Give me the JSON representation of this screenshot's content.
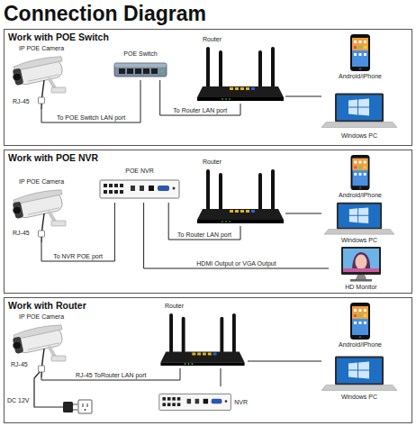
{
  "diagram": {
    "title": "Connection Diagram",
    "nodes": [
      {
        "text": [
          "Work with POE Switch"
        ]
      },
      {
        "text": [
          "IP POE Camera"
        ],
        "in": 0
      },
      {
        "text": [
          "POE Switch"
        ],
        "in": 0
      },
      {
        "text": [
          "Router"
        ],
        "in": 0
      },
      {
        "text": [
          "Android/iPhone"
        ],
        "in": 0
      },
      {
        "text": [
          "Windows PC"
        ],
        "in": 0
      },
      {
        "text": [
          "Work with POE NVR"
        ]
      },
      {
        "text": [
          "IP POE Camera"
        ],
        "in": 6
      },
      {
        "text": [
          "POE NVR"
        ],
        "in": 6
      },
      {
        "text": [
          "Router"
        ],
        "in": 6
      },
      {
        "text": [
          "Android/iPhone"
        ],
        "in": 6
      },
      {
        "text": [
          "Windows PC"
        ],
        "in": 6
      },
      {
        "text": [
          "HD Monitor"
        ],
        "in": 6
      },
      {
        "text": [
          "Work with Router"
        ]
      },
      {
        "text": [
          "IP POE Camera"
        ],
        "in": 13
      },
      {
        "text": [
          "Router"
        ],
        "in": 13
      },
      {
        "text": [
          "Android/iPhone"
        ],
        "in": 13
      },
      {
        "text": [
          "Windows PC"
        ],
        "in": 13
      },
      {
        "text": [
          "NVR"
        ],
        "in": 13
      }
    ],
    "edges": [
      {
        "from": 1,
        "to": 2,
        "label": "To POE Switch LAN port",
        "arrow": "none"
      },
      {
        "from": 2,
        "to": 3,
        "label": "To Router LAN port",
        "arrow": "none"
      },
      {
        "from": 3,
        "to": 5,
        "arrow": "none"
      },
      {
        "from": 7,
        "to": 8,
        "label": "To NVR POE port",
        "arrow": "none"
      },
      {
        "from": 8,
        "to": 9,
        "label": "To Router LAN port",
        "arrow": "none"
      },
      {
        "from": 8,
        "to": 12,
        "label": "HDMI Output or VGA Output",
        "arrow": "none"
      },
      {
        "from": 9,
        "to": 11,
        "arrow": "none"
      },
      {
        "from": 14,
        "to": 15,
        "label": "RJ-45 ToRouter LAN port",
        "arrow": "none"
      },
      {
        "from": 15,
        "to": 17,
        "arrow": "none"
      },
      {
        "from": 18,
        "to": 15,
        "arrow": "none"
      }
    ],
    "labels": [
      "RJ-45",
      "RJ-45",
      "RJ-45",
      "DC 12V"
    ]
  }
}
